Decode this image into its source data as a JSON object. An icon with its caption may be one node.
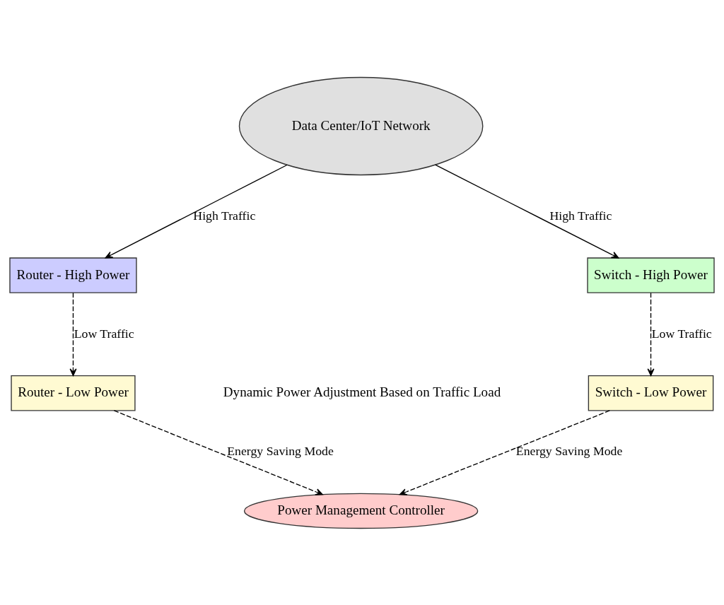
{
  "diagram": {
    "nodes": [
      {
        "text": [
          "Data Center/IoT Network"
        ]
      },
      {
        "text": [
          "Router - High Power"
        ]
      },
      {
        "text": [
          "Switch - High Power"
        ]
      },
      {
        "text": [
          "Router - Low Power"
        ]
      },
      {
        "text": [
          "Switch - Low Power"
        ]
      },
      {
        "text": [
          "Power Management Controller"
        ]
      }
    ],
    "edges": [
      {
        "from": 0,
        "to": 1,
        "arrow": "to",
        "label": "High Traffic"
      },
      {
        "from": 0,
        "to": 2,
        "arrow": "to",
        "label": "High Traffic"
      },
      {
        "from": 1,
        "to": 3,
        "arrow": "to",
        "label": "Low Traffic",
        "style": "dashed"
      },
      {
        "from": 2,
        "to": 4,
        "arrow": "to",
        "label": "Low Traffic",
        "style": "dashed"
      },
      {
        "from": 3,
        "to": 5,
        "arrow": "to",
        "label": "Energy Saving Mode",
        "style": "dashed"
      },
      {
        "from": 4,
        "to": 5,
        "arrow": "to",
        "label": "Energy Saving Mode",
        "style": "dashed"
      }
    ],
    "labels": [
      "Dynamic Power Adjustment Based on Traffic Load"
    ]
  }
}
